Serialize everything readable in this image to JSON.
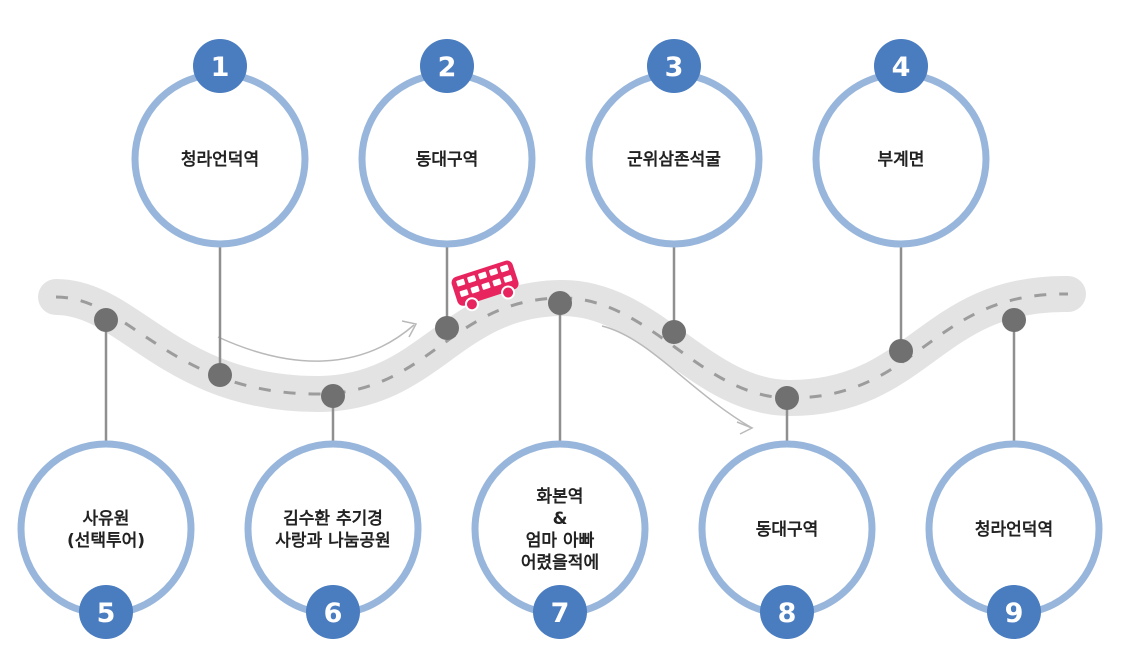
{
  "colors": {
    "road": "#e3e3e3",
    "road_dash": "#9c9c9c",
    "ring": "#98b6db",
    "badge": "#4a7cc0",
    "connector": "#8f8f8f",
    "node": "#707070",
    "bus": "#e8245e",
    "flow_arrow": "#b9b9b9"
  },
  "route": {
    "vehicle_icon": "bus-icon",
    "stops": [
      {
        "number": "1",
        "lines": [
          "청라언덕역"
        ]
      },
      {
        "number": "2",
        "lines": [
          "동대구역"
        ]
      },
      {
        "number": "3",
        "lines": [
          "군위삼존석굴"
        ]
      },
      {
        "number": "4",
        "lines": [
          "부계면"
        ]
      },
      {
        "number": "5",
        "lines": [
          "사유원",
          "(선택투어)"
        ]
      },
      {
        "number": "6",
        "lines": [
          "김수환 추기경",
          "사랑과 나눔공원"
        ]
      },
      {
        "number": "7",
        "lines": [
          "화본역",
          "&",
          "엄마 아빠",
          "어렸을적에"
        ]
      },
      {
        "number": "8",
        "lines": [
          "동대구역"
        ]
      },
      {
        "number": "9",
        "lines": [
          "청라언덕역"
        ]
      }
    ]
  }
}
